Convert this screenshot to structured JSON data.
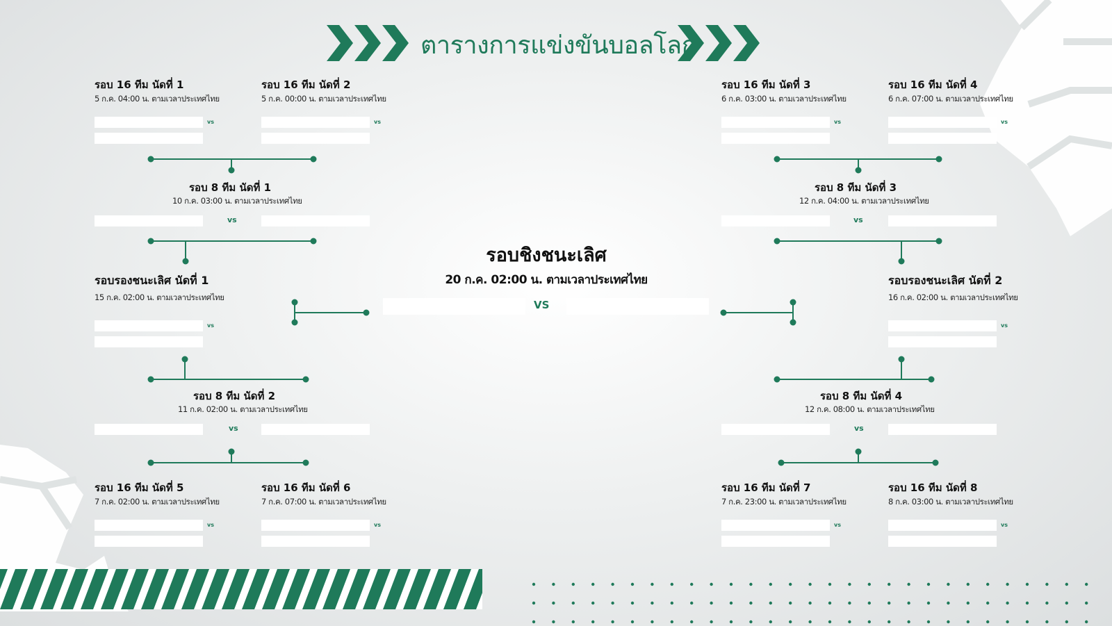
{
  "title": "ตารางการแข่งขันบอลโลก",
  "colors": {
    "accent": "#1f7a5a",
    "stripe": "#1f7a5a",
    "box": "#ffffff"
  },
  "vs_label": "vs",
  "final_vs_label": "VS",
  "matches": {
    "r16_1": {
      "label": "รอบ 16 ทีม นัดที่ 1",
      "time": "5 ก.ค. 04:00 น. ตามเวลาประเทศไทย"
    },
    "r16_2": {
      "label": "รอบ 16 ทีม นัดที่ 2",
      "time": "5 ก.ค. 00:00 น. ตามเวลาประเทศไทย"
    },
    "r16_3": {
      "label": "รอบ 16 ทีม นัดที่ 3",
      "time": "6 ก.ค. 03:00 น. ตามเวลาประเทศไทย"
    },
    "r16_4": {
      "label": "รอบ 16 ทีม นัดที่ 4",
      "time": "6 ก.ค. 07:00 น. ตามเวลาประเทศไทย"
    },
    "r16_5": {
      "label": "รอบ 16 ทีม นัดที่ 5",
      "time": "7 ก.ค. 02:00 น. ตามเวลาประเทศไทย"
    },
    "r16_6": {
      "label": "รอบ 16 ทีม นัดที่ 6",
      "time": "7 ก.ค. 07:00 น. ตามเวลาประเทศไทย"
    },
    "r16_7": {
      "label": "รอบ 16 ทีม นัดที่ 7",
      "time": "7 ก.ค. 23:00 น. ตามเวลาประเทศไทย"
    },
    "r16_8": {
      "label": "รอบ 16 ทีม นัดที่ 8",
      "time": "8 ก.ค. 03:00 น. ตามเวลาประเทศไทย"
    },
    "qf_1": {
      "label": "รอบ 8 ทีม นัดที่ 1",
      "time": "10 ก.ค. 03:00 น. ตามเวลาประเทศไทย"
    },
    "qf_2": {
      "label": "รอบ 8 ทีม นัดที่ 2",
      "time": "11 ก.ค. 02:00 น. ตามเวลาประเทศไทย"
    },
    "qf_3": {
      "label": "รอบ 8 ทีม นัดที่ 3",
      "time": "12 ก.ค. 04:00 น. ตามเวลาประเทศไทย"
    },
    "qf_4": {
      "label": "รอบ 8 ทีม นัดที่ 4",
      "time": "12 ก.ค. 08:00 น. ตามเวลาประเทศไทย"
    },
    "sf_1": {
      "label": "รอบรองชนะเลิศ นัดที่ 1",
      "time": "15 ก.ค. 02:00 น. ตามเวลาประเทศไทย"
    },
    "sf_2": {
      "label": "รอบรองชนะเลิศ นัดที่ 2",
      "time": "16 ก.ค. 02:00 น. ตามเวลาประเทศไทย"
    },
    "final": {
      "label": "รอบชิงชนะเลิศ",
      "time": "20 ก.ค. 02:00 น. ตามเวลาประเทศไทย"
    }
  }
}
